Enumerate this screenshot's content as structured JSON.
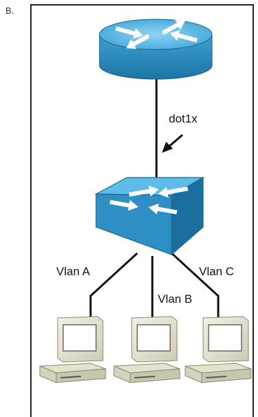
{
  "option_label": "B.",
  "link_labels": {
    "uplink": "dot1x",
    "vlan_a": "Vlan A",
    "vlan_b": "Vlan B",
    "vlan_c": "Vlan C"
  },
  "colors": {
    "device_blue": "#3a9fd1",
    "device_top": "#5cb8e6",
    "device_dark": "#1f6f9e",
    "pc_beige": "#e9e6d3"
  }
}
